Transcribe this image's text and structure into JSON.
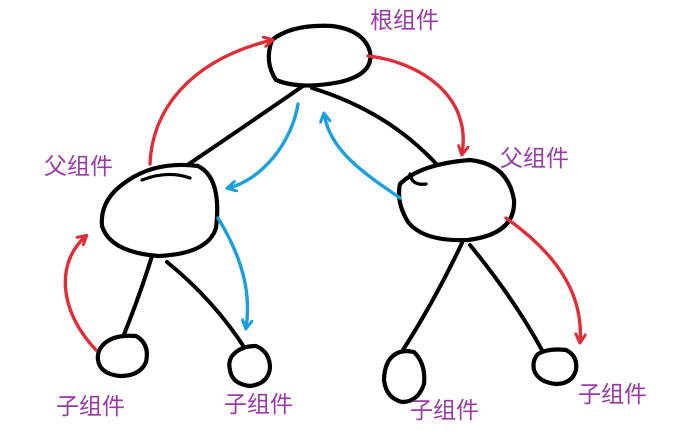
{
  "colors": {
    "label": "#9a3aa6",
    "up_flow": "#e02d36",
    "down_flow": "#1aa0de",
    "outline": "#000000"
  },
  "nodes": {
    "root": {
      "label": "根组件"
    },
    "parent_left": {
      "label": "父组件"
    },
    "parent_right": {
      "label": "父组件"
    },
    "child_1": {
      "label": "子组件"
    },
    "child_2": {
      "label": "子组件"
    },
    "child_3": {
      "label": "子组件"
    },
    "child_4": {
      "label": "子组件"
    }
  }
}
